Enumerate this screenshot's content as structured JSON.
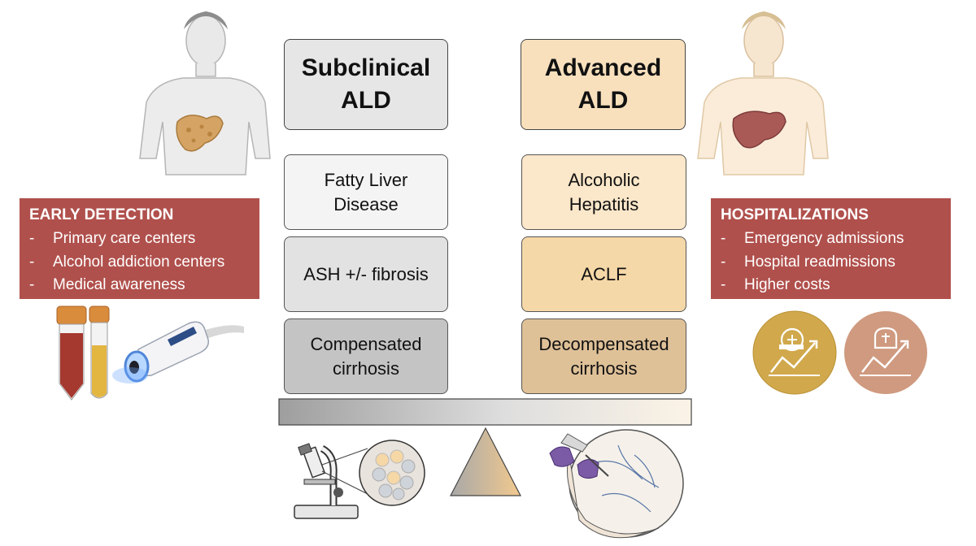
{
  "subclinical": {
    "title": "Subclinical ALD",
    "stages": [
      "Fatty Liver Disease",
      "ASH +/- fibrosis",
      "Compensated cirrhosis"
    ]
  },
  "advanced": {
    "title": "Advanced ALD",
    "stages": [
      "Alcoholic Hepatitis",
      "ACLF",
      "Decompensated cirrhosis"
    ]
  },
  "early_detection": {
    "title": "EARLY DETECTION",
    "items": [
      "Primary care centers",
      "Alcohol addiction centers",
      "Medical awareness"
    ]
  },
  "hospitalizations": {
    "title": "HOSPITALIZATIONS",
    "items": [
      "Emergency admissions",
      "Hospital readmissions",
      "Higher costs"
    ]
  },
  "colors": {
    "panel_red": "#b0504c",
    "subclinical_gray": "#e6e6e6",
    "advanced_orange": "#f8e0bd",
    "gold_icon": "#d1a94c",
    "rose_icon": "#cf9a7f"
  }
}
